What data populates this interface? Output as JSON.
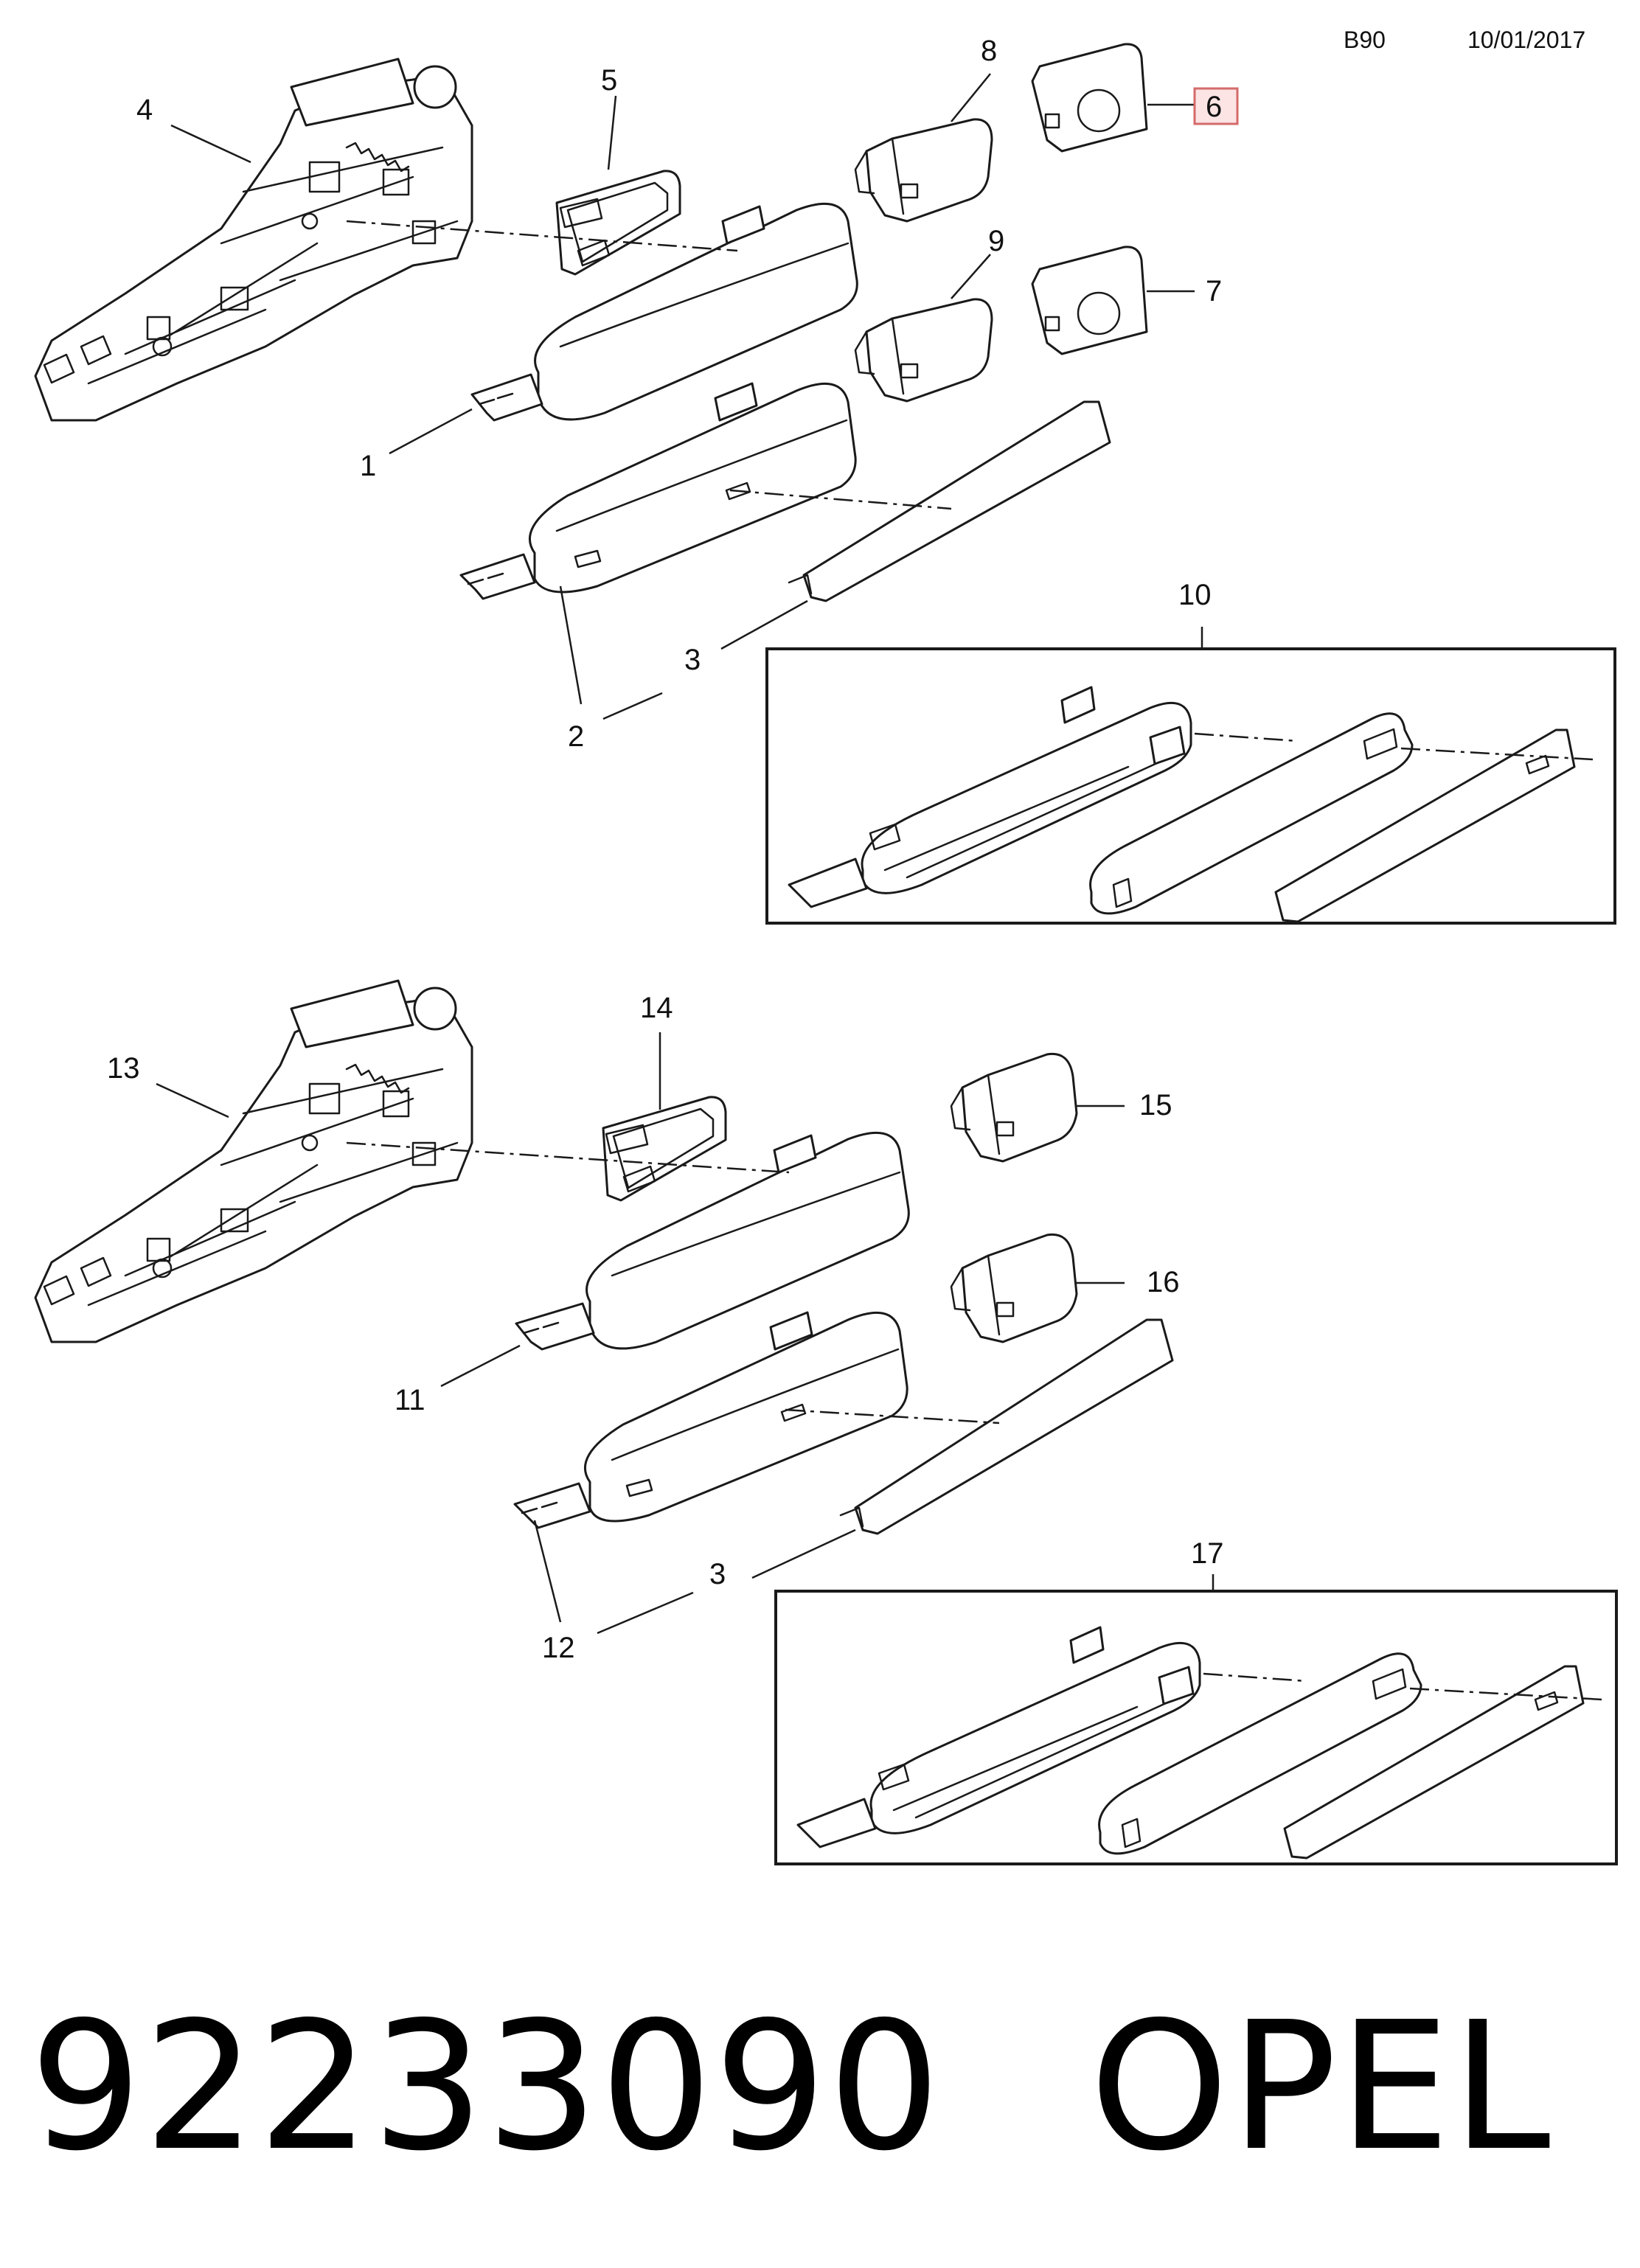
{
  "header": {
    "code": "B90",
    "date": "10/01/2017"
  },
  "callouts": {
    "c1": "1",
    "c2": "2",
    "c3a": "3",
    "c3b": "3",
    "c4": "4",
    "c5": "5",
    "c6": "6",
    "c7": "7",
    "c8": "8",
    "c9": "9",
    "c10": "10",
    "c11": "11",
    "c12": "12",
    "c13": "13",
    "c14": "14",
    "c15": "15",
    "c16": "16",
    "c17": "17"
  },
  "highlighted_callout": "6",
  "colors": {
    "line": "#1a1a1a",
    "highlight_fill": "#fde4e4",
    "highlight_stroke": "#d46a6a"
  },
  "footer": {
    "part_number": "92233090",
    "brand": "OPEL"
  }
}
